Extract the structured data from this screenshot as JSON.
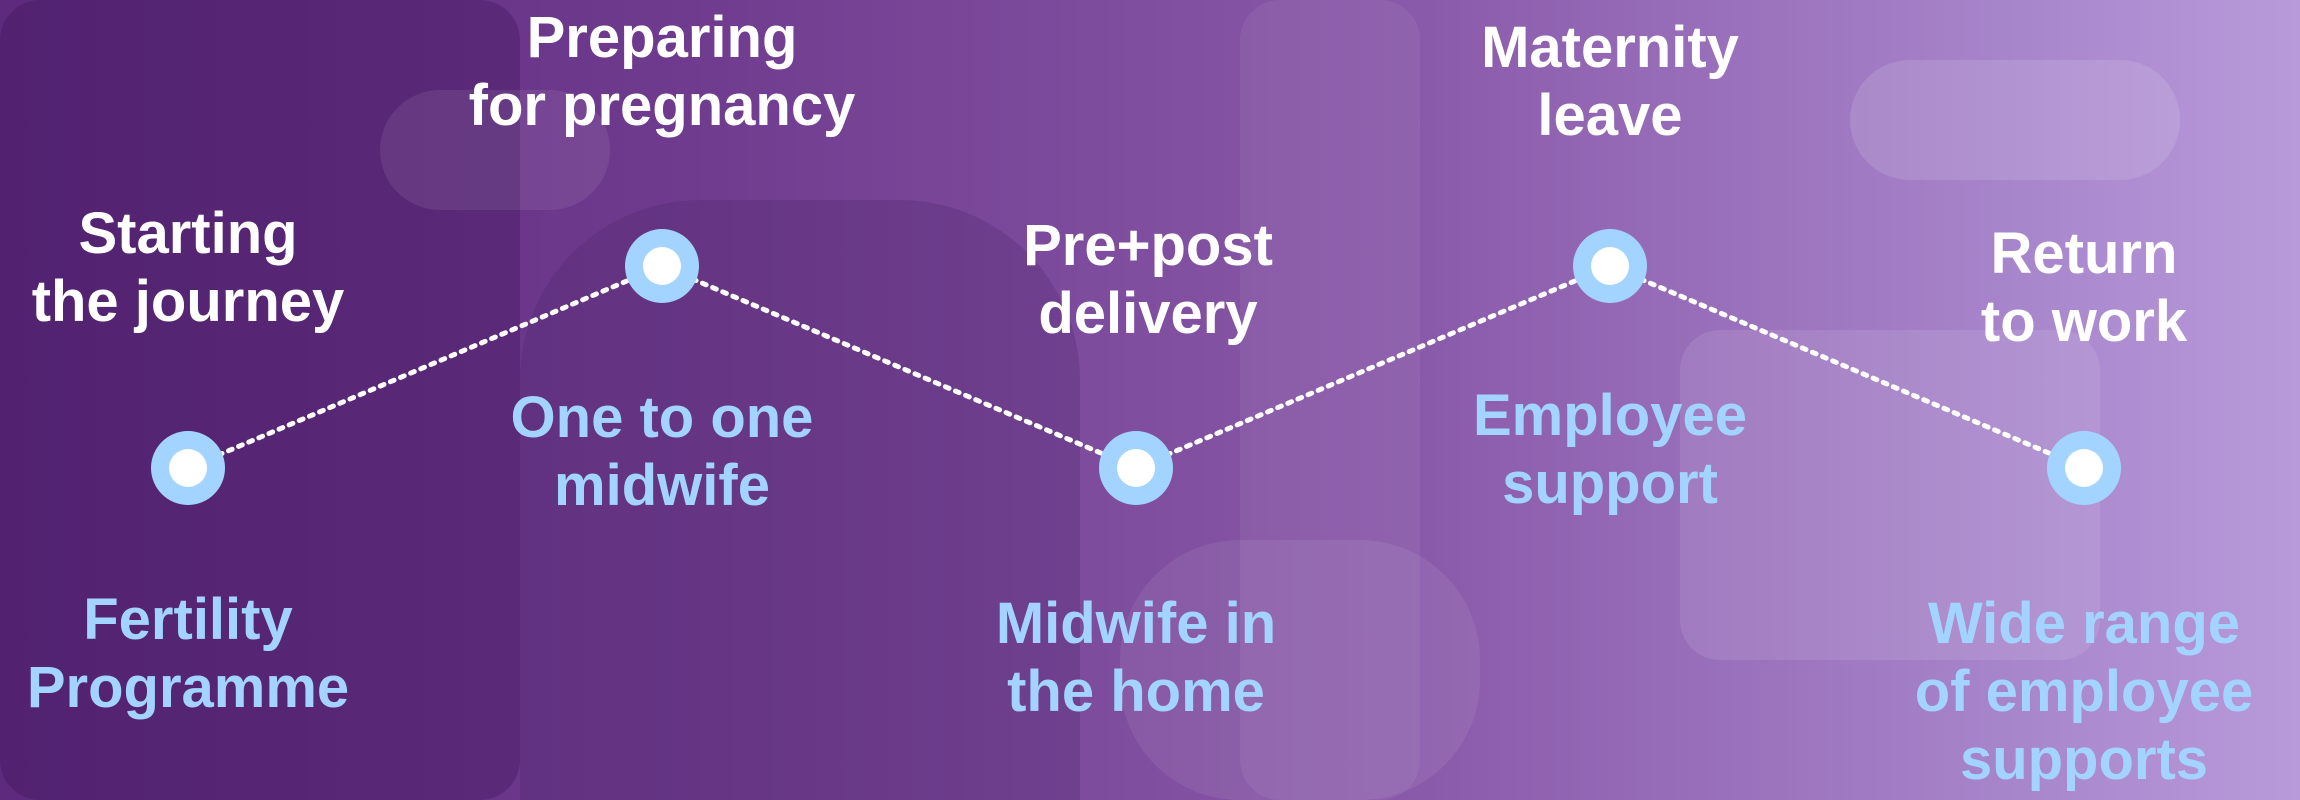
{
  "stages": [
    {
      "stage": [
        "Starting",
        "the journey"
      ],
      "service": [
        "Fertility",
        "Programme"
      ]
    },
    {
      "stage": [
        "Preparing",
        "for pregnancy"
      ],
      "service": [
        "One to one",
        "midwife"
      ]
    },
    {
      "stage": [
        "Pre+post",
        "delivery"
      ],
      "service": [
        "Midwife in",
        "the home"
      ]
    },
    {
      "stage": [
        "Maternity",
        "leave"
      ],
      "service": [
        "Employee",
        "support"
      ]
    },
    {
      "stage": [
        "Return",
        "to work"
      ],
      "service": [
        "Wide range",
        "of employee",
        "supports"
      ]
    }
  ],
  "colors": {
    "stage_text": "#ffffff",
    "service_text": "#a3d4ff",
    "node_ring": "#a3d4ff",
    "node_center": "#ffffff",
    "connector": "#ffffff"
  }
}
